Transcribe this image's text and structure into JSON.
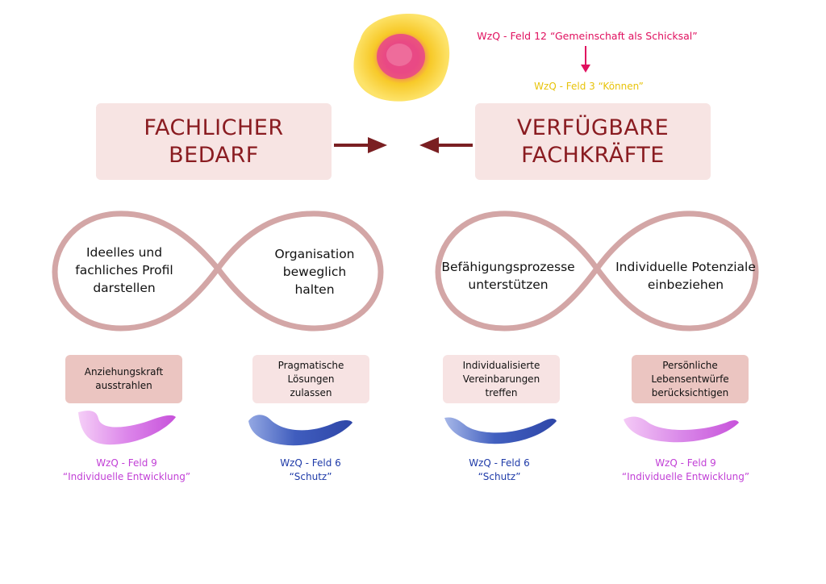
{
  "colors": {
    "dark_red": "#8a1c21",
    "box_bg_light": "#f7e4e3",
    "box_bg_dark": "#ebc5c1",
    "loop_stroke": "#d3a6a6",
    "magenta": "#e0115f",
    "yellow": "#e8c30a",
    "purple": "#c13fd6",
    "blue": "#1e3aa8"
  },
  "top_annotation": {
    "field12": "WzQ - Feld 12 “Gemeinschaft als Schicksal”",
    "field3": "WzQ - Feld 3 “Können”"
  },
  "left_box": "FACHLICHER\nBEDARF",
  "right_box": "VERFÜGBARE\nFACHKRÄFTE",
  "loops": {
    "left": {
      "left_text": "Ideelles und\nfachliches Profil\ndarstellen",
      "right_text": "Organisation\nbeweglich\nhalten"
    },
    "right": {
      "left_text": "Befähigungsprozesse\nunterstützen",
      "right_text": "Individuelle Potenziale\neinbeziehen"
    }
  },
  "cards": [
    {
      "text": "Anziehungskraft\nausstrahlen",
      "wzq": "WzQ - Feld 9\n“Individuelle Entwicklung”",
      "stroke": "purple"
    },
    {
      "text": "Pragmatische\nLösungen\nzulassen",
      "wzq": "WzQ - Feld 6\n“Schutz”",
      "stroke": "blue"
    },
    {
      "text": "Individualisierte\nVereinbarungen\ntreffen",
      "wzq": "WzQ - Feld 6\n“Schutz”",
      "stroke": "blue"
    },
    {
      "text": "Persönliche\nLebensentwürfe\nberücksichtigen",
      "wzq": "WzQ - Feld 9\n“Individuelle Entwicklung”",
      "stroke": "purple"
    }
  ]
}
